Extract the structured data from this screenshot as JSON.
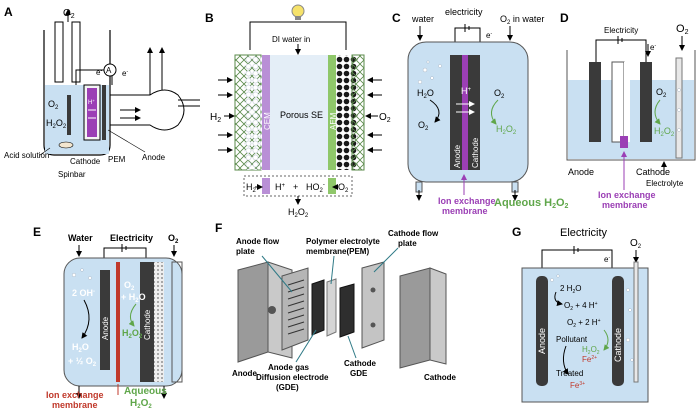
{
  "panels": {
    "A": {
      "letter": "A",
      "o2": "O",
      "o2_sub": "2",
      "ammeter": "A",
      "electron": "e",
      "o2_inlet": "O",
      "o2_inlet_sub": "2",
      "h2o2": "H",
      "h2o2_sub1": "2",
      "h2o2_mid": "O",
      "h2o2_sub2": "2",
      "hplus": "H",
      "acid": "Acid solution",
      "cathode": "Cathode",
      "spinbar": "Spinbar",
      "pem": "PEM",
      "anode": "Anode"
    },
    "B": {
      "letter": "B",
      "di_water": "DI water in",
      "h2": "H",
      "h2_sub": "2",
      "o2": "O",
      "o2_sub": "2",
      "cem": "CEM",
      "aem": "AEM",
      "porous": "Porous SE",
      "eq_h2": "H",
      "eq_h2_sub": "2",
      "eq_hplus": "H",
      "eq_plus": "+",
      "eq_ho2": "HO",
      "eq_ho2_sub": "2",
      "eq_o2": "O",
      "eq_o2_sub": "2",
      "eq_h2o2": "H",
      "eq_h2o2_sub1": "2",
      "eq_h2o2_mid": "O",
      "eq_h2o2_sub2": "2"
    },
    "C": {
      "letter": "C",
      "water": "water",
      "electricity": "electricity",
      "o2_water": "O",
      "o2_water_sub": "2",
      "o2_water_rest": " in water",
      "electron": "e",
      "h2o": "H",
      "h2o_sub": "2",
      "h2o_end": "O",
      "hplus": "H",
      "o2_left": "O",
      "o2_left_sub": "2",
      "o2_right": "O",
      "o2_right_sub": "2",
      "h2o2": "H",
      "h2o2_sub1": "2",
      "h2o2_mid": "O",
      "h2o2_sub2": "2",
      "anode": "Anode",
      "cathode": "Cathode",
      "membrane1": "Ion exchange",
      "membrane2": "membrane",
      "aqueous": "Aqueous H",
      "aqueous_sub1": "2",
      "aqueous_mid": "O",
      "aqueous_sub2": "2"
    },
    "D": {
      "letter": "D",
      "electricity": "Electricity",
      "electron": "e",
      "o2": "O",
      "o2_sub": "2",
      "o2_in": "O",
      "o2_in_sub": "2",
      "h2o2": "H",
      "h2o2_sub1": "2",
      "h2o2_mid": "O",
      "h2o2_sub2": "2",
      "anode": "Anode",
      "cathode": "Cathode",
      "electrolyte": "Electrolyte",
      "membrane1": "Ion exchange",
      "membrane2": "membrane"
    },
    "E": {
      "letter": "E",
      "water": "Water",
      "electricity": "Electricity",
      "o2": "O",
      "o2_sub": "2",
      "oh": "2 OH",
      "o2_a": "O",
      "o2_a_sub": "2",
      "h2o_a": "+ H",
      "h2o_a_sub": "2",
      "h2o_a_end": "O",
      "h2o_b": "H",
      "h2o_b_sub": "2",
      "h2o_b_end": "O",
      "half_o2": "+ ½ O",
      "half_o2_sub": "2",
      "h2o2": "H",
      "h2o2_sub1": "2",
      "h2o2_mid": "O",
      "h2o2_sub2": "2",
      "anode": "Anode",
      "cathode": "Cathode",
      "membrane1": "Ion exchange",
      "membrane2": "membrane",
      "aqueous1": "Aqueous",
      "aqueous2": "H",
      "aqueous2_sub1": "2",
      "aqueous2_mid": "O",
      "aqueous2_sub2": "2"
    },
    "F": {
      "letter": "F",
      "anode_flow1": "Anode flow",
      "anode_flow2": "plate",
      "pem1": "Polymer electrolyte",
      "pem2": "membrane(PEM)",
      "cathode_flow1": "Cathode flow",
      "cathode_flow2": "plate",
      "anode": "Anode",
      "gde1": "Anode gas",
      "gde2": "Diffusion electrode",
      "gde3": "(GDE)",
      "cgde1": "Cathode",
      "cgde2": "GDE",
      "cathode": "Cathode"
    },
    "G": {
      "letter": "G",
      "electricity": "Electricity",
      "o2": "O",
      "o2_sub": "2",
      "electron": "e",
      "h2o": "2 H",
      "h2o_sub": "2",
      "h2o_end": "O",
      "o2_4h": "O",
      "o2_4h_sub": "2",
      "o2_4h_end": " + 4 H",
      "o2_2h": "O",
      "o2_2h_sub": "2",
      "o2_2h_end": " + 2 H",
      "pollutant": "Pollutant",
      "h2o2": "H",
      "h2o2_sub1": "2",
      "h2o2_mid": "O",
      "h2o2_sub2": "2",
      "fe2": "Fe",
      "treated": "Treated",
      "fe3": "Fe",
      "anode": "Anode",
      "cathode": "Cathode"
    }
  },
  "colors": {
    "liquid": "#c9e0f2",
    "purple": "#9b3fb5",
    "green": "#5fa64a",
    "red": "#c0392b",
    "electrode": "#3a3a3a"
  }
}
